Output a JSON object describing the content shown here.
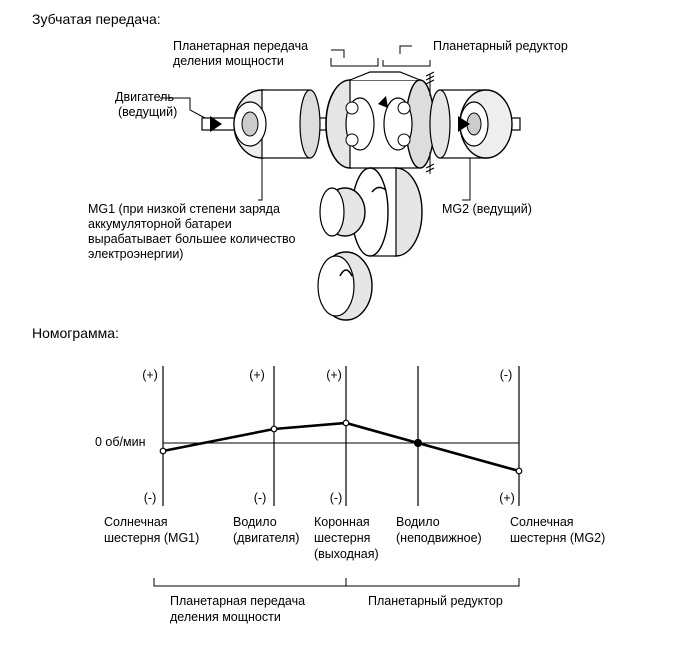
{
  "headings": {
    "gear": "Зубчатая передача:",
    "nomogram": "Номограмма:"
  },
  "gear_diagram": {
    "power_split_label": [
      "Планетарная передача",
      "деления мощности"
    ],
    "reducer_label": "Планетарный редуктор",
    "engine_label": [
      "Двигатель",
      "(ведущий)"
    ],
    "mg1_label": [
      "MG1 (при низкой степени заряда",
      "аккумуляторной батареи",
      "вырабатывает большее количество",
      "электроэнергии)"
    ],
    "mg2_label": "MG2 (ведущий)"
  },
  "nomogram": {
    "zero_label": "0 об/мин",
    "axes": [
      {
        "top": "(+)",
        "bottom": "(-)",
        "label": [
          "Солнечная",
          "шестерня (MG1)"
        ],
        "value": -0.4
      },
      {
        "top": "(+)",
        "bottom": "(-)",
        "label": [
          "Водило",
          "(двигателя)"
        ],
        "value": 0.7
      },
      {
        "top": "(+)",
        "bottom": "(-)",
        "label": [
          "Коронная",
          "шестерня",
          "(выходная)"
        ],
        "value": 1.0
      },
      {
        "top": "",
        "bottom": "",
        "label": [
          "Водило",
          "(неподвижное)"
        ],
        "value": 0.0
      },
      {
        "top": "(-)",
        "bottom": "(+)",
        "label": [
          "Солнечная",
          "шестерня (MG2)"
        ],
        "value": -1.4
      }
    ],
    "groups": [
      "Планетарная передача",
      "деления мощности",
      "Планетарный редуктор"
    ]
  }
}
